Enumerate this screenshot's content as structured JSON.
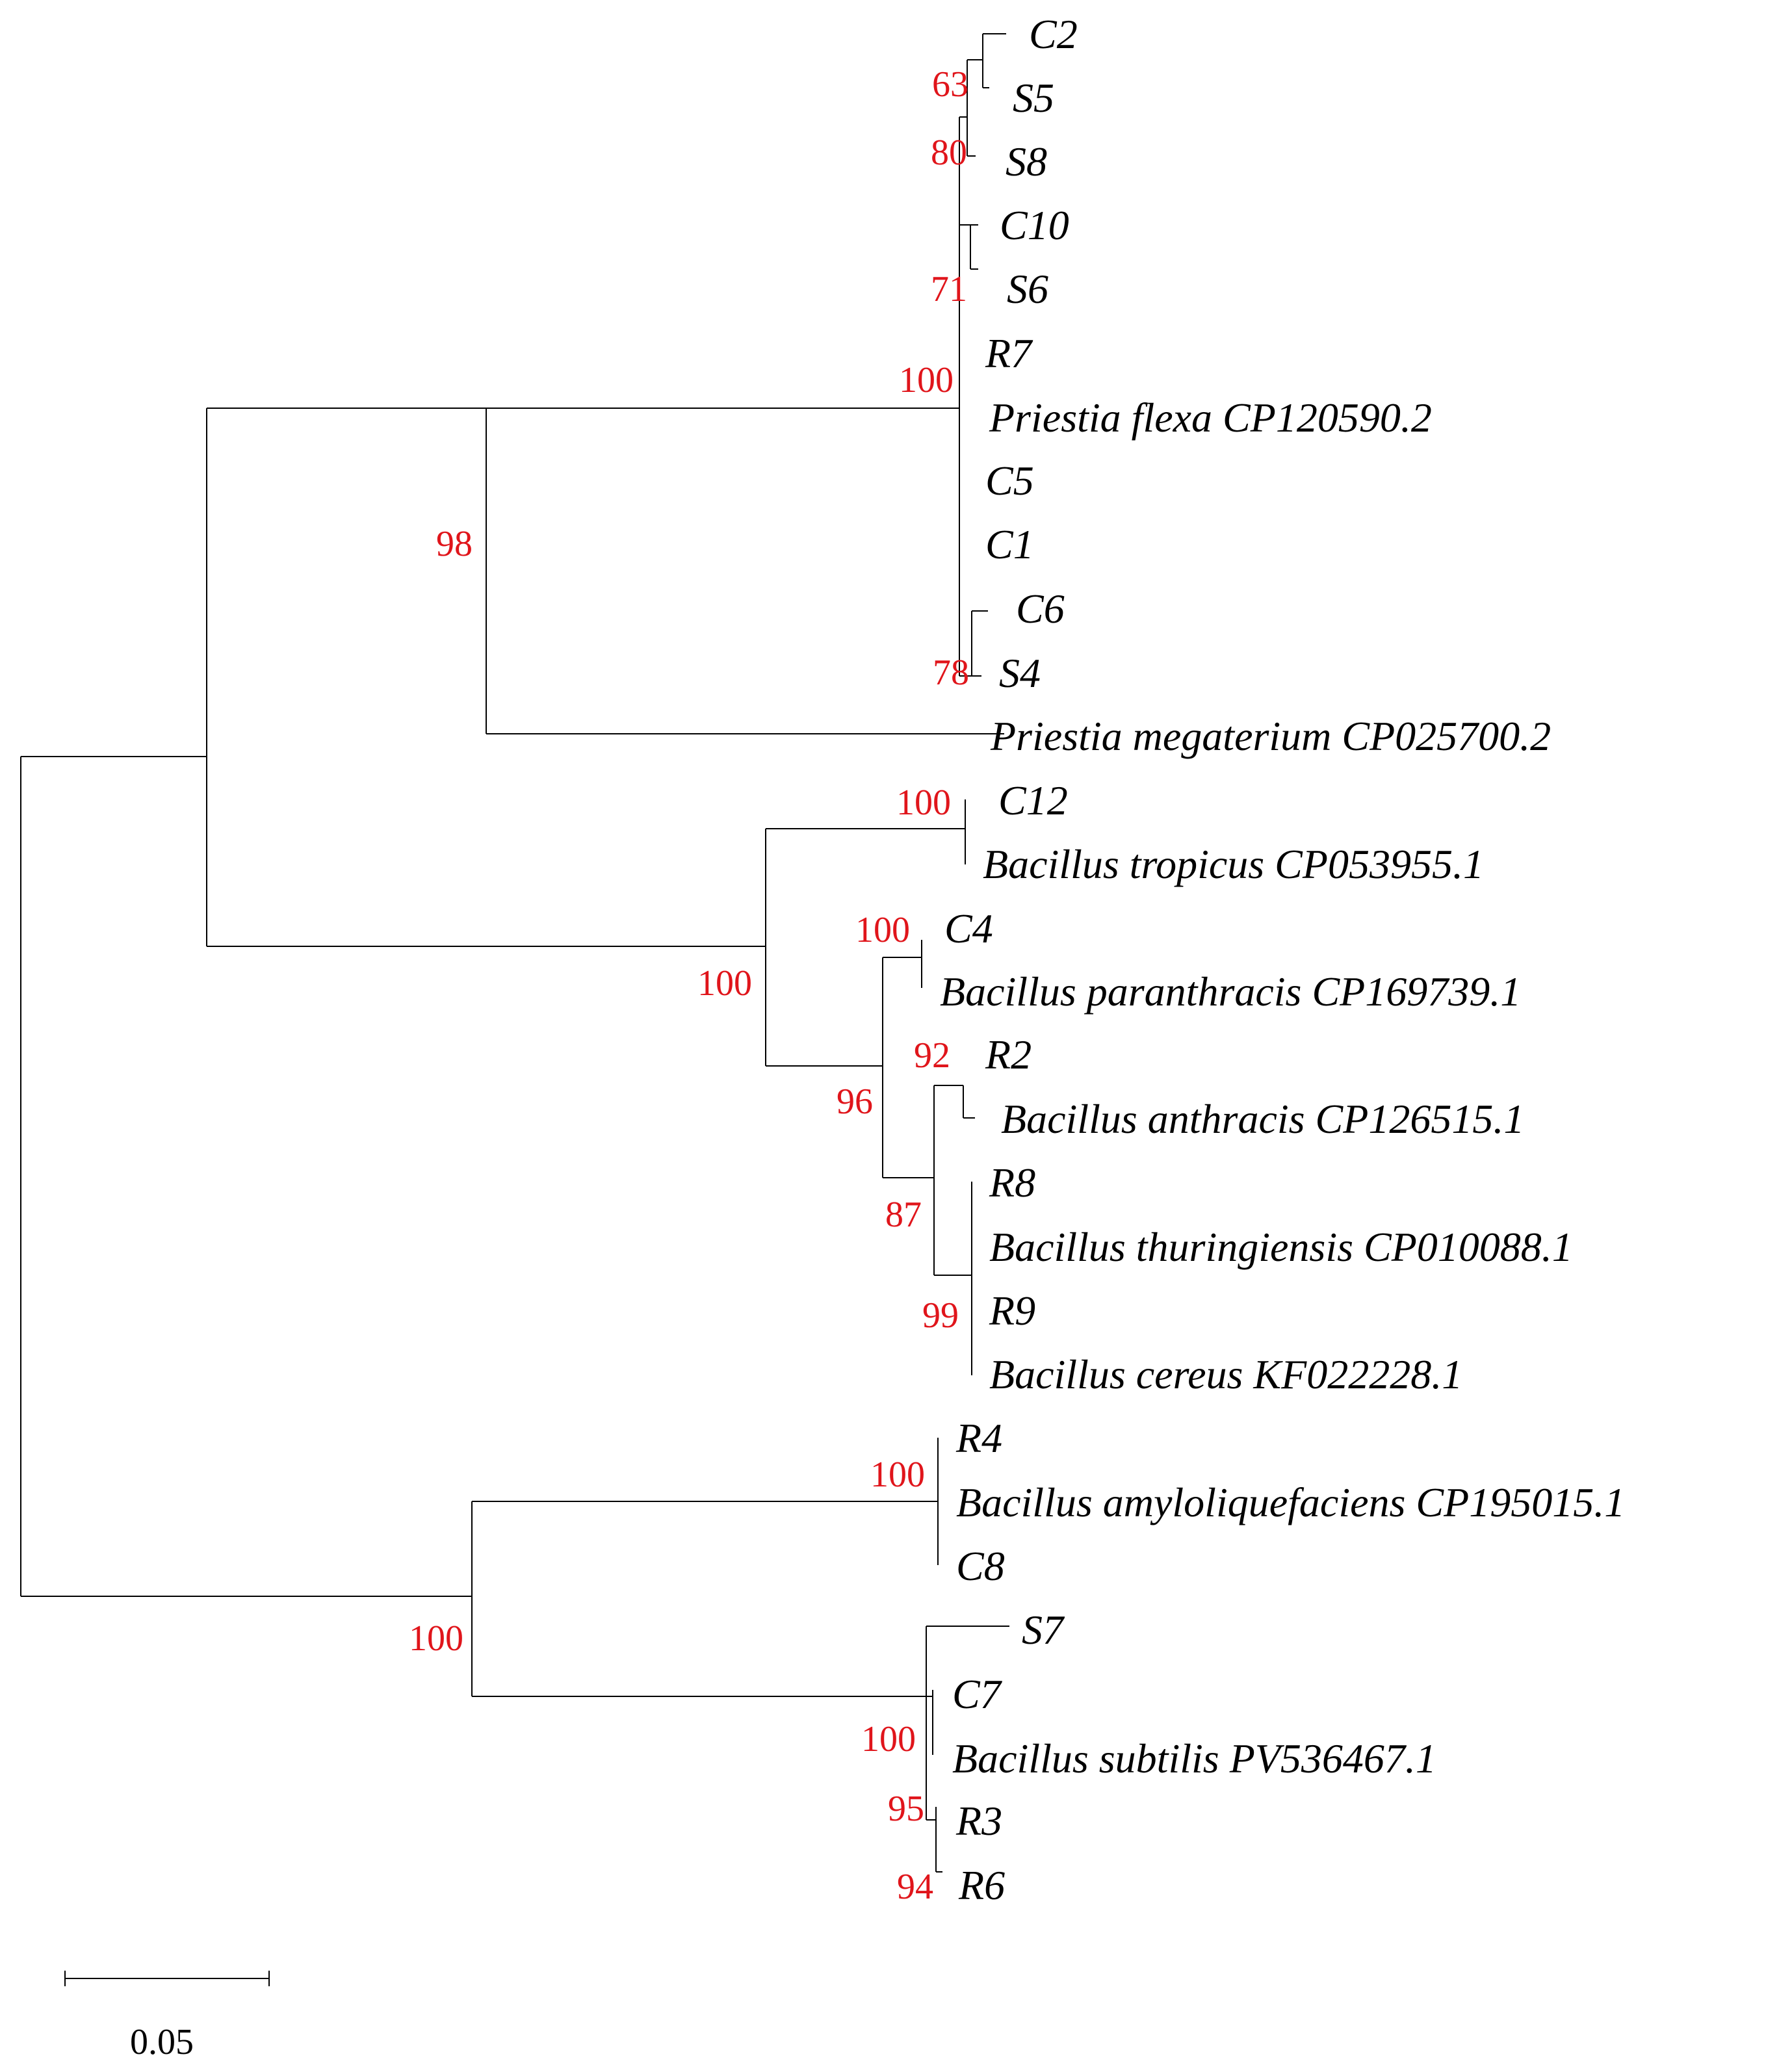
{
  "colors": {
    "branch": "#000000",
    "leaf_text": "#000000",
    "support_text": "#e0151b"
  },
  "leaves": [
    "C2",
    "S5",
    "S8",
    "C10",
    "S6",
    "R7",
    "Priestia flexa CP120590.2",
    "C5",
    "C1",
    "C6",
    "S4",
    "Priestia megaterium CP025700.2",
    "C12",
    "Bacillus tropicus CP053955.1",
    "C4",
    "Bacillus paranthracis CP169739.1",
    "R2",
    "Bacillus anthracis CP126515.1",
    "R8",
    "Bacillus thuringiensis CP010088.1",
    "R9",
    "Bacillus cereus KF022228.1",
    "R4",
    "Bacillus amyloliquefaciens CP195015.1",
    "C8",
    "S7",
    "C7",
    "Bacillus subtilis PV536467.1",
    "R3",
    "R6"
  ],
  "supports": [
    "63",
    "80",
    "71",
    "100",
    "98",
    "78",
    "100",
    "100",
    "100",
    "92",
    "96",
    "87",
    "99",
    "100",
    "100",
    "100",
    "95",
    "94"
  ],
  "scale_bar": {
    "label": "0.05"
  }
}
